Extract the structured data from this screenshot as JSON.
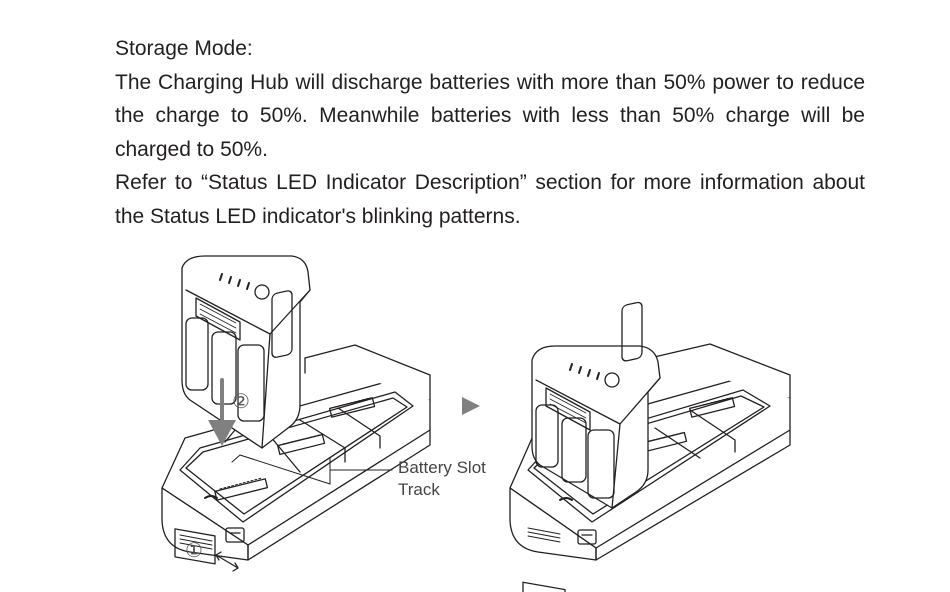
{
  "heading": "Storage Mode:",
  "paragraph1": "The Charging Hub will discharge batteries with more than 50% power to reduce the charge to 50%. Meanwhile batteries with less than 50% charge will be charged to 50%.",
  "paragraph2": "Refer to “Status LED Indicator Description” section for more information about the Status LED indicator's blinking patterns.",
  "figure": {
    "callout_label_line1": "Battery Slot",
    "callout_label_line2": "Track",
    "step1_marker": "①",
    "step2_marker": "②"
  },
  "colors": {
    "line": "#231f20",
    "arrow_gray": "#808080"
  }
}
